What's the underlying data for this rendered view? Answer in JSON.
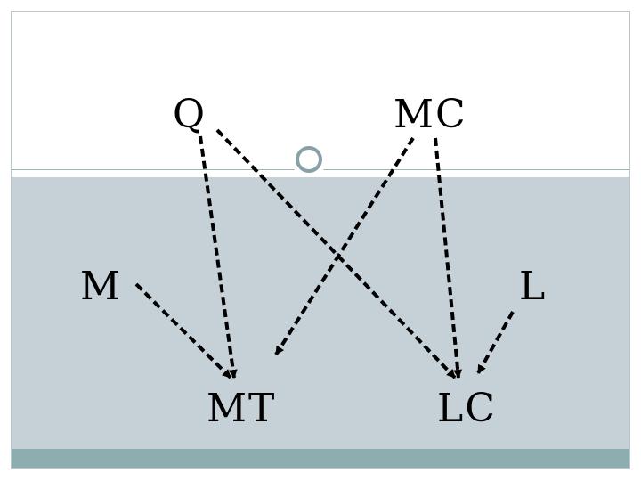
{
  "diagram": {
    "nodes": {
      "q": "Q",
      "mc": "MC",
      "m": "M",
      "l": "L",
      "mt": "MT",
      "lc": "LC"
    },
    "edges": [
      {
        "from": "Q",
        "to": "MT"
      },
      {
        "from": "Q",
        "to": "LC"
      },
      {
        "from": "MC",
        "to": "MT"
      },
      {
        "from": "MC",
        "to": "LC"
      },
      {
        "from": "M",
        "to": "MT"
      },
      {
        "from": "L",
        "to": "LC"
      }
    ],
    "colors": {
      "body_band": "#c6d1d7",
      "footer_band": "#8eadb0",
      "ring": "#87a1a6",
      "arrow": "#000000"
    }
  }
}
